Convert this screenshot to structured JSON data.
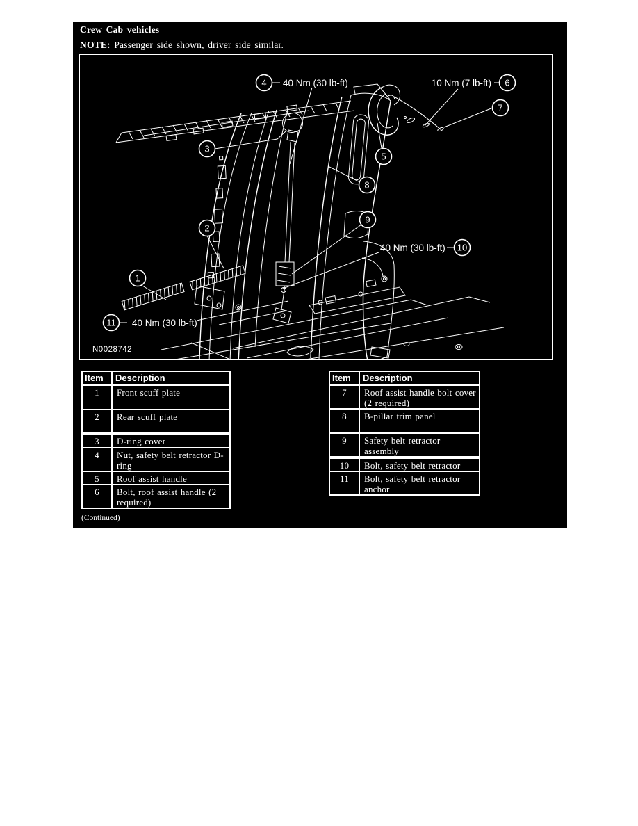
{
  "colors": {
    "page_bg": "#ffffff",
    "panel_bg": "#000000",
    "ink": "#ffffff"
  },
  "header": {
    "title": "Crew Cab vehicles",
    "note_label": "NOTE:",
    "note_text": " Passenger side shown, driver side similar."
  },
  "figure": {
    "image_id": "N0028742",
    "torque_labels": {
      "t4": "40 Nm (30 lb-ft)",
      "t6": "10 Nm (7 lb-ft)",
      "t10": "40 Nm (30 lb-ft)",
      "t11": "40 Nm (30 lb-ft)"
    },
    "callouts": [
      "1",
      "2",
      "3",
      "4",
      "5",
      "6",
      "7",
      "8",
      "9",
      "10",
      "11"
    ]
  },
  "tables": {
    "continued_label": "(Continued)",
    "left": {
      "headers": {
        "item": "Item",
        "description": "Description"
      },
      "rows": [
        {
          "item": "1",
          "description": "Front scuff plate"
        },
        {
          "item": "2",
          "description": "Rear scuff plate"
        },
        {
          "item": "3",
          "description": "D-ring cover"
        },
        {
          "item": "4",
          "description": "Nut, safety belt retractor D-ring"
        },
        {
          "item": "5",
          "description": "Roof assist handle"
        },
        {
          "item": "6",
          "description": "Bolt, roof assist handle (2 required)"
        }
      ]
    },
    "right": {
      "headers": {
        "item": "Item",
        "description": "Description"
      },
      "rows": [
        {
          "item": "7",
          "description": "Roof assist handle bolt cover (2 required)"
        },
        {
          "item": "8",
          "description": "B-pillar trim panel"
        },
        {
          "item": "9",
          "description": "Safety belt retractor assembly"
        },
        {
          "item": "10",
          "description": "Bolt, safety belt retractor"
        },
        {
          "item": "11",
          "description": "Bolt, safety belt retractor anchor"
        }
      ]
    }
  }
}
